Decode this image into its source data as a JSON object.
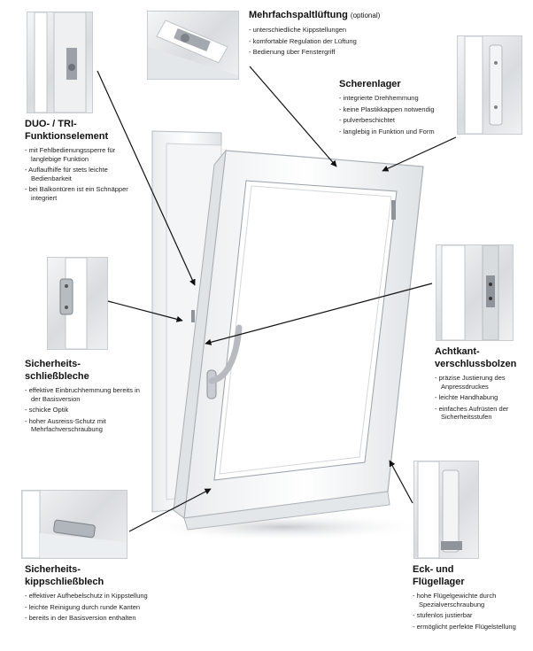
{
  "callouts": {
    "mehrfach": {
      "title": "Mehrfachspaltlüftung",
      "optional": "(optional)",
      "items": [
        "unterschiedliche Kippstellungen",
        "komfortable Regulation der Lüftung",
        "Bedienung über Fenstergriff"
      ]
    },
    "scheren": {
      "title": "Scherenlager",
      "items": [
        "integrierte Drehhemmung",
        "keine Plastikkappen notwendig",
        "pulverbeschichtet",
        "langlebig in Funktion und Form"
      ]
    },
    "duo": {
      "title_line1": "DUO- / TRI-",
      "title_line2": "Funktionselement",
      "items": [
        "mit Fehlbedienungssperre für langlebige Funktion",
        "Auflaufhilfe für stets leichte Bedienbarkeit",
        "bei Balkontüren ist ein Schnäpper integriert"
      ]
    },
    "sicherheit": {
      "title_line1": "Sicherheits-",
      "title_line2": "schließbleche",
      "items": [
        "effektive Einbruchhemmung bereits in der Basisversion",
        "schicke Optik",
        "hoher Ausreiss-Schutz mit Mehrfachverschraubung"
      ]
    },
    "achtkant": {
      "title_line1": "Achtkant-",
      "title_line2": "verschlussbolzen",
      "items": [
        "präzise Justierung des Anpressdruckes",
        "leichte Handhabung",
        "einfaches Aufrüsten der Sicherheitsstufen"
      ]
    },
    "kipp": {
      "title_line1": "Sicherheits-",
      "title_line2": "kippschließblech",
      "items": [
        "effektiver Aufhebelschutz in Kippstellung",
        "leichte Reinigung durch runde Kanten",
        "bereits in der Basisversion enthalten"
      ]
    },
    "eck": {
      "title_line1": "Eck- und",
      "title_line2": "Flügellager",
      "items": [
        "hohe Flügelgewichte durch Spezialverschraubung",
        "stufenlos justierbar",
        "ermöglicht perfekte Flügelstellung"
      ]
    }
  },
  "colors": {
    "frame": "#f7f8f8",
    "frame_edge": "#b9bec3",
    "glass": "#ffffff",
    "arrow": "#111111"
  }
}
